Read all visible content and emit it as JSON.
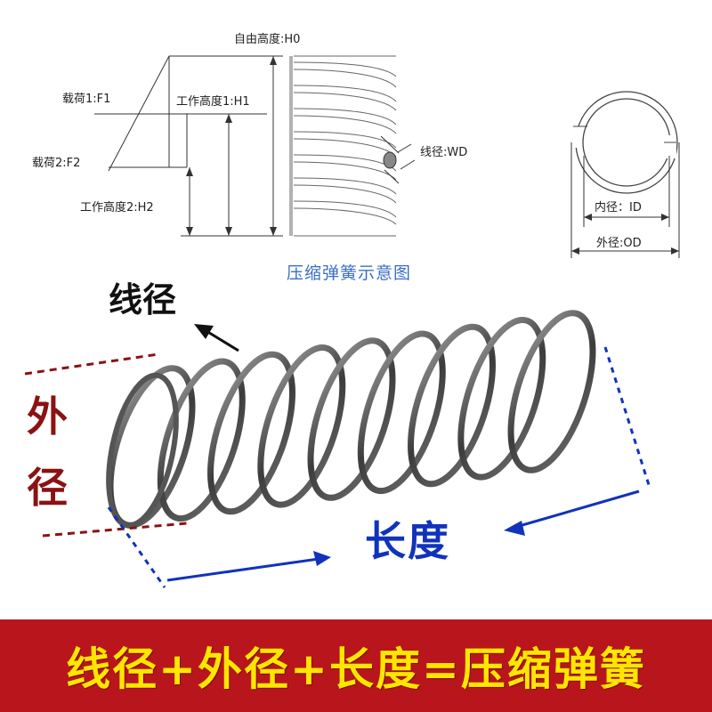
{
  "diagram": {
    "free_height": "自由高度:H0",
    "load1": "载荷1:F1",
    "work_height1": "工作高度1:H1",
    "load2": "载荷2:F2",
    "work_height2": "工作高度2:H2",
    "wire_diameter": "线径:WD",
    "inner_diameter": "内径：ID",
    "outer_diameter": "外径:OD",
    "caption": "压缩弹簧示意图"
  },
  "photo": {
    "wire_label": "线径",
    "outer_label_top": "外",
    "outer_label_bottom": "径",
    "length_label": "长度"
  },
  "banner": {
    "text": "线径+外径+长度=压缩弹簧"
  },
  "colors": {
    "banner_bg": "#b8161c",
    "banner_text": "#ffe600",
    "caption": "#3a6fc4",
    "red_label": "#8b1212",
    "blue_label": "#1133bb"
  }
}
